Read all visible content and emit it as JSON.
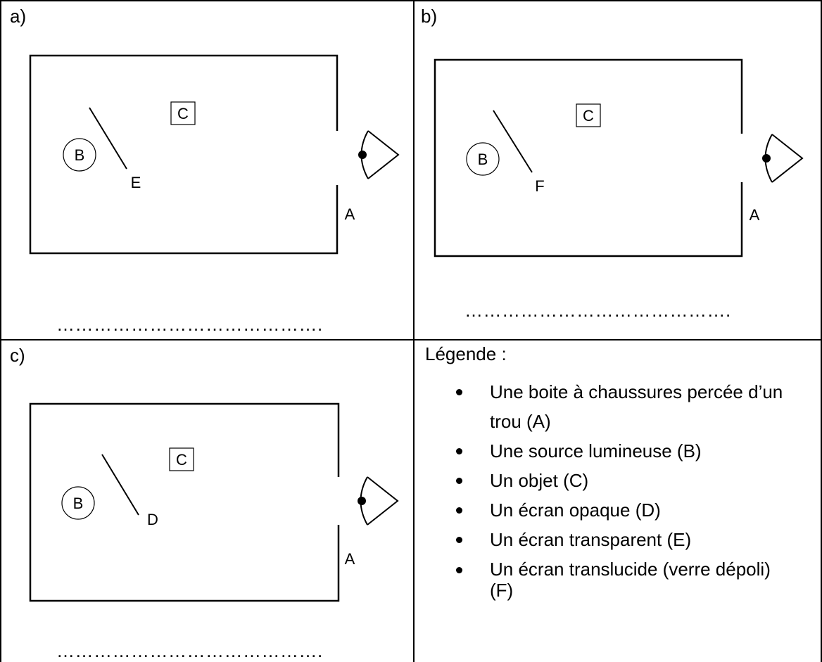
{
  "panels": {
    "a": {
      "label": "a)",
      "labels": {
        "source": "B",
        "object": "C",
        "screen": "E",
        "hole": "A"
      },
      "answer": "……………………………………."
    },
    "b": {
      "label": "b)",
      "labels": {
        "source": "B",
        "object": "C",
        "screen": "F",
        "hole": "A"
      },
      "answer": "……………………………………."
    },
    "c": {
      "label": "c)",
      "labels": {
        "source": "B",
        "object": "C",
        "screen": "D",
        "hole": "A"
      },
      "answer": "……………………………………."
    }
  },
  "legend": {
    "title": "Légende :",
    "items": [
      "Une boite à chaussures percée d’un trou (A)",
      "Une source lumineuse (B)",
      "Un objet (C)",
      "Un écran opaque (D)",
      "Un écran transparent (E)",
      "Un écran translucide (verre dépoli) (F)"
    ]
  }
}
